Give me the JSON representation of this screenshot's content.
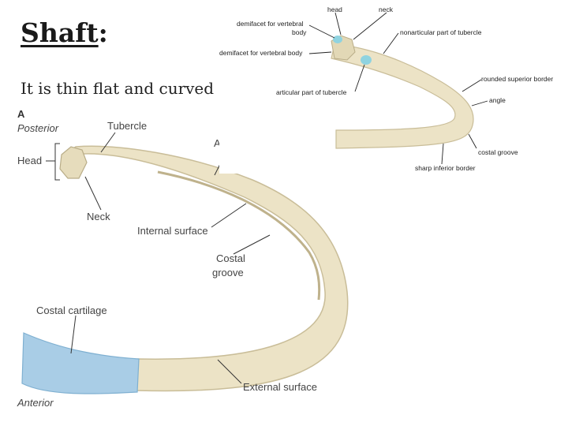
{
  "slide": {
    "title_keyword": "Shaft",
    "title_suffix": ":",
    "body": "It is thin flat and curved"
  },
  "figure_a": {
    "panel_label": "A",
    "posterior": "Posterior",
    "anterior": "Anterior",
    "labels": {
      "tubercle": "Tubercle",
      "head": "Head",
      "angle": "Angle",
      "neck": "Neck",
      "internal_surface": "Internal surface",
      "costal_groove_1": "Costal",
      "costal_groove_2": "groove",
      "costal_cartilage": "Costal cartilage",
      "external_surface": "External surface"
    }
  },
  "figure_b": {
    "labels": {
      "head": "head",
      "neck": "neck",
      "demifacet_vertebral_body_1a": "demifacet for vertebral",
      "demifacet_vertebral_body_1b": "body",
      "demifacet_vertebral_body_2": "demifacet for vertebral body",
      "nonarticular_tubercle": "nonarticular part of tubercle",
      "articular_tubercle": "articular part of tubercle",
      "rounded_superior_border": "rounded superior border",
      "angle": "angle",
      "costal_groove": "costal groove",
      "sharp_inferior_border": "sharp inferior border"
    }
  },
  "colors": {
    "bone": "#ece3c6",
    "bone_shade": "#c9bd98",
    "cartilage": "#a9cde6",
    "demifacet": "#8fd3e0",
    "leader": "#333333"
  }
}
